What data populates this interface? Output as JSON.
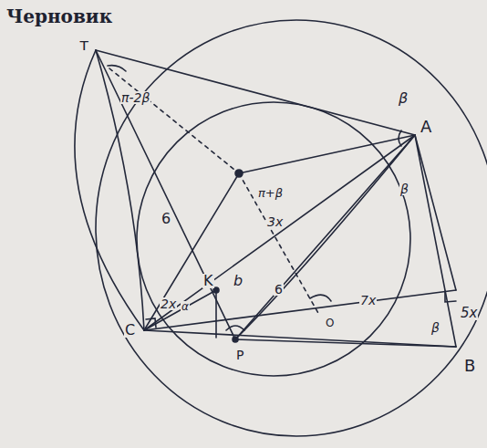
{
  "diagram": {
    "labels": [
      "Черновик",
      "т",
      "π-2β",
      "β",
      "A",
      "β",
      "π+β",
      "6",
      "3x",
      "K",
      "b",
      "6",
      "α",
      "2x",
      "7x",
      "5x",
      "β",
      "B",
      "C",
      "P",
      "O"
    ]
  }
}
